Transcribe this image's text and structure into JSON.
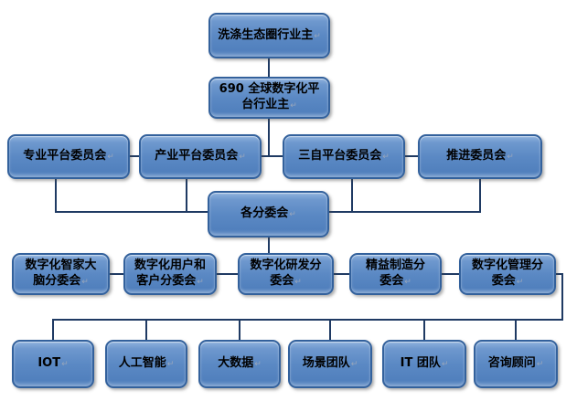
{
  "pmark": "↵",
  "colors": {
    "box_fill": "#5b89c4",
    "box_fill_highlight": "#8fb2dd",
    "box_border": "#33619c",
    "connector": "#1f3a63",
    "text": "#000000"
  },
  "nodes": {
    "a": {
      "label": "洗涤生态圈行业主"
    },
    "b": {
      "label": "690 全球数字化平\n台行业主"
    },
    "c1": {
      "label": "专业平台委员会"
    },
    "c2": {
      "label": "产业平台委员会"
    },
    "c3": {
      "label": "三自平台委员会"
    },
    "c4": {
      "label": "推进委员会"
    },
    "d": {
      "label": "各分委会"
    },
    "e1": {
      "label": "数字化智家大\n脑分委会"
    },
    "e2": {
      "label": "数字化用户和\n客户分委会"
    },
    "e3": {
      "label": "数字化研发分\n委会"
    },
    "e4": {
      "label": "精益制造分\n委会"
    },
    "e5": {
      "label": "数字化管理分\n委会"
    },
    "f1": {
      "label": "IOT"
    },
    "f2": {
      "label": "人工智能"
    },
    "f3": {
      "label": "大数据"
    },
    "f4": {
      "label": "场景团队"
    },
    "f5": {
      "label": "IT 团队"
    },
    "f6": {
      "label": "咨询顾问"
    }
  }
}
